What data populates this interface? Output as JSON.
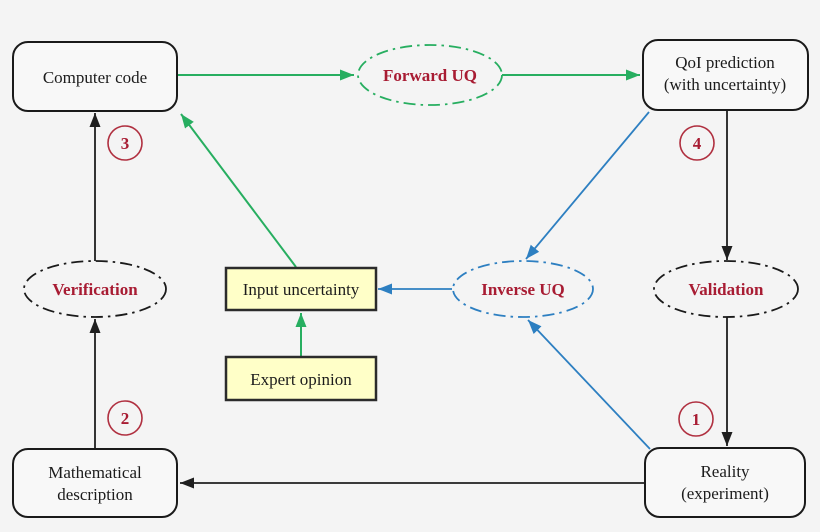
{
  "diagram": {
    "description": "Uncertainty quantification workflow diagram",
    "nodes": {
      "computer_code": {
        "label": "Computer code"
      },
      "forward_uq": {
        "label": "Forward UQ"
      },
      "qoi_prediction": {
        "line1": "QoI prediction",
        "line2": "(with uncertainty)"
      },
      "verification": {
        "label": "Verification"
      },
      "input_uncertainty": {
        "label": "Input uncertainty"
      },
      "inverse_uq": {
        "label": "Inverse UQ"
      },
      "validation": {
        "label": "Validation"
      },
      "expert_opinion": {
        "label": "Expert opinion"
      },
      "mathematical_description": {
        "line1": "Mathematical",
        "line2": "description"
      },
      "reality": {
        "line1": "Reality",
        "line2": "(experiment)"
      }
    },
    "badges": {
      "step1": "1",
      "step2": "2",
      "step3": "3",
      "step4": "4"
    },
    "edges": [
      {
        "from": "computer_code",
        "to": "forward_uq",
        "color": "green"
      },
      {
        "from": "forward_uq",
        "to": "qoi_prediction",
        "color": "green"
      },
      {
        "from": "input_uncertainty",
        "to": "computer_code",
        "color": "green"
      },
      {
        "from": "expert_opinion",
        "to": "input_uncertainty",
        "color": "green"
      },
      {
        "from": "qoi_prediction",
        "to": "inverse_uq",
        "color": "blue"
      },
      {
        "from": "inverse_uq",
        "to": "input_uncertainty",
        "color": "blue"
      },
      {
        "from": "reality",
        "to": "inverse_uq",
        "color": "blue"
      },
      {
        "from": "mathematical_description",
        "to": "verification",
        "color": "black"
      },
      {
        "from": "verification",
        "to": "computer_code",
        "color": "black"
      },
      {
        "from": "qoi_prediction",
        "to": "validation",
        "color": "black"
      },
      {
        "from": "validation",
        "to": "reality",
        "color": "black"
      },
      {
        "from": "reality",
        "to": "mathematical_description",
        "color": "black"
      }
    ],
    "colors": {
      "green": "#27ae60",
      "blue": "#2d7fc1",
      "black": "#1f1f1f",
      "dark_red": "#a81c33",
      "yellow_fill": "#ffffc8",
      "box_fill": "#f8f8f8",
      "background": "#f4f4f4"
    }
  }
}
